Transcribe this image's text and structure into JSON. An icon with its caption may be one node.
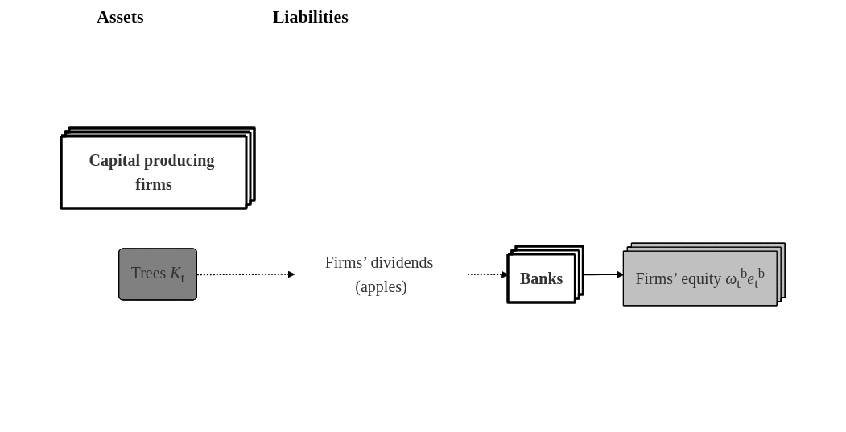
{
  "diagram": {
    "nodes": [
      {
        "text": [
          "Capital producing firms"
        ]
      },
      {
        "text": [
          "Trees *K*$_{t}$"
        ]
      },
      {
        "text": [
          "Firms’ equity *ω*$_{t}$$^{b}$*e*$_{t}$$^{b}$"
        ]
      },
      {
        "text": [
          "Banks"
        ]
      },
      {
        "text": [
          "Firms’ dividends (apples)"
        ]
      }
    ],
    "edges": [
      {
        "from": 3,
        "to": 2,
        "arrow": "to"
      },
      {
        "from": 1,
        "to": 4,
        "arrow": "to",
        "style": "dashed"
      },
      {
        "from": 4,
        "to": 3,
        "arrow": "to",
        "style": "dashed"
      }
    ],
    "labels": [
      "Assets",
      "Liabilities"
    ]
  }
}
